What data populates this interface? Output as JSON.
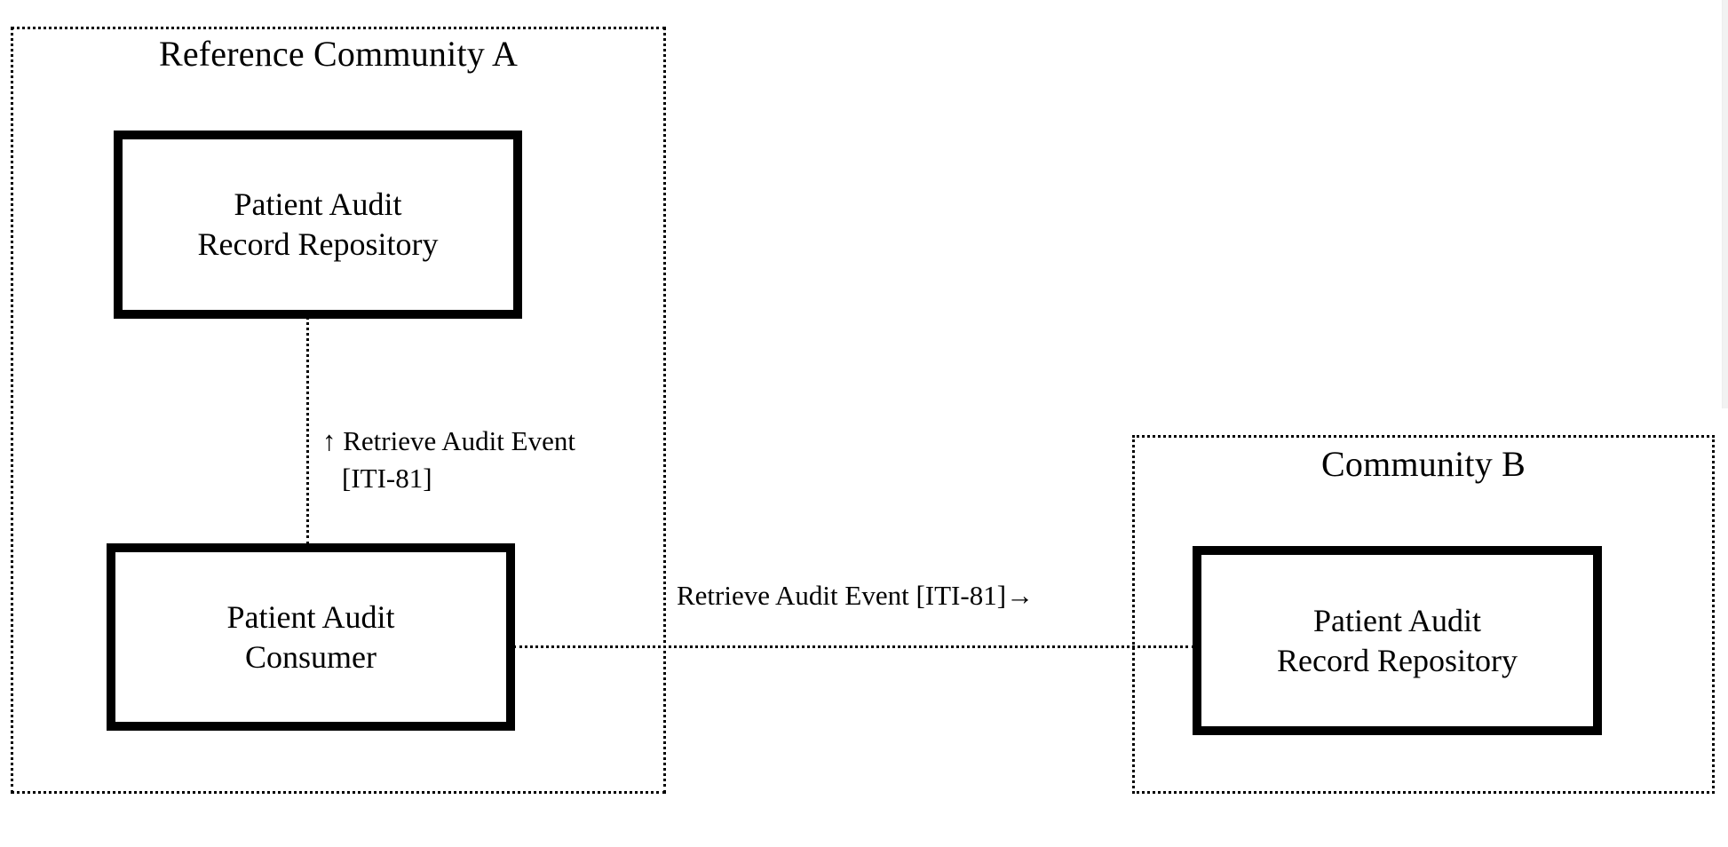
{
  "diagram": {
    "type": "actor-transaction-diagram",
    "communities": [
      {
        "id": "community-a",
        "title": "Reference Community A",
        "border_style": "dotted",
        "actors": [
          {
            "id": "actor-par-a",
            "label": "Patient Audit\nRecord Repository"
          },
          {
            "id": "actor-pac-a",
            "label": "Patient Audit\nConsumer"
          }
        ]
      },
      {
        "id": "community-b",
        "title": "Community B",
        "border_style": "dotted",
        "actors": [
          {
            "id": "actor-par-b",
            "label": "Patient Audit\nRecord Repository"
          }
        ]
      }
    ],
    "transactions": [
      {
        "id": "conn-par-pac",
        "name": "Retrieve Audit Event",
        "code": "[ITI-81]",
        "arrow": "↑",
        "label_line1": "↑ Retrieve Audit Event",
        "label_line2": "[ITI-81]",
        "orientation": "vertical",
        "from": "actor-pac-a",
        "to": "actor-par-a",
        "line_style": "dotted"
      },
      {
        "id": "conn-pac-parb",
        "name": "Retrieve Audit Event",
        "code": "[ITI-81]",
        "arrow": "→",
        "label": "Retrieve Audit Event [ITI-81]→",
        "orientation": "horizontal",
        "from": "actor-pac-a",
        "to": "actor-par-b",
        "line_style": "dotted"
      }
    ]
  },
  "colors": {
    "stroke": "#000000",
    "background": "#ffffff"
  }
}
